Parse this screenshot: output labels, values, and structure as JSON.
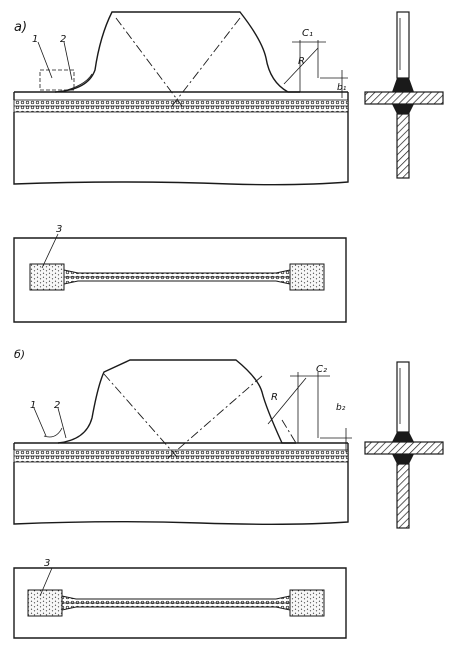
{
  "figure": {
    "panels": [
      {
        "id": "a",
        "label": "a)",
        "dims": {
          "c": "C₁",
          "r": "R",
          "h": "b₁"
        }
      },
      {
        "id": "b",
        "label": "б)",
        "dims": {
          "c": "C₂",
          "r": "R",
          "h": "b₂"
        }
      }
    ],
    "callouts": {
      "one": "1",
      "two": "2",
      "three": "3"
    },
    "colors": {
      "ink": "#1a1a1a",
      "paper": "#ffffff",
      "section": "#f5f5f5"
    }
  }
}
